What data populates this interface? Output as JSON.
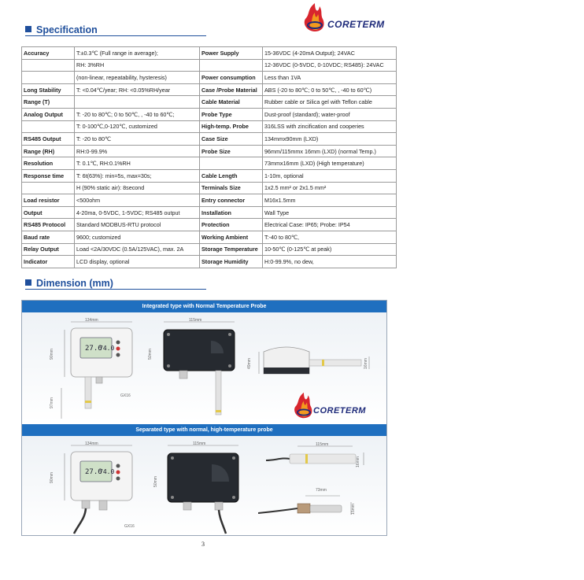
{
  "brand": {
    "name": "CORETERM"
  },
  "sections": {
    "spec_title": "Specification",
    "dim_title": "Dimension (mm)"
  },
  "spec_rows": [
    [
      "Accuracy",
      "T:±0.3℃  (Full range in average);",
      "Power Supply",
      "15-36VDC (4-20mA Output); 24VAC"
    ],
    [
      "",
      "RH: 3%RH",
      "",
      "12-36VDC (0-5VDC, 0-10VDC; RS485): 24VAC"
    ],
    [
      "",
      "(non-linear, repeatability, hysteresis)",
      "Power consumption",
      "Less than 1VA"
    ],
    [
      "Long Stability",
      "T:  <0.04℃/year; RH:  <0.05%RH/year",
      "Case /Probe Material",
      "ABS (-20 to 80℃; 0 to 50℃, , -40 to 60℃)"
    ],
    [
      "Range (T)",
      "",
      "Cable Material",
      "Rubber cable or Silica gel with Teflon cable"
    ],
    [
      "Analog Output",
      "T: -20 to 80℃; 0 to 50℃, , -40 to 60℃;",
      "Probe Type",
      "Dust-proof (standard); water-proof"
    ],
    [
      "",
      "T: 0-100℃,0-120℃, customized",
      "High-temp. Probe",
      "316LSS with zincification and cooperies"
    ],
    [
      "RS485 Output",
      "T: -20 to 80℃",
      "Case Size",
      "134mmx90mm (LXD)"
    ],
    [
      "Range (RH)",
      "RH:0-99.9%",
      "Probe Size",
      "96mm/115mmx 16mm (LXD) (normal Temp.)"
    ],
    [
      "Resolution",
      "T: 0.1℃,    RH:0.1%RH",
      "",
      "73mmx16mm (LXD) (High temperature)"
    ],
    [
      "Response time",
      "T: 6t(63%): min=5s, max=30s;",
      "Cable Length",
      "1-10m, optional"
    ],
    [
      "",
      "H (90% static air): 8second",
      "Terminals Size",
      "1x2.5 mm²  or 2x1.5 mm²"
    ],
    [
      "Load resistor",
      "<500ohm",
      "Entry connector",
      "M16x1.5mm"
    ],
    [
      "Output",
      "4-20ma, 0-5VDC, 1-5VDC; RS485 output",
      "Installation",
      "Wall Type"
    ],
    [
      "RS485 Protocol",
      "Standard MODBUS-RTU protocol",
      "Protection",
      "Electrical Case: IP65; Probe: IP54"
    ],
    [
      "Baud rate",
      "9600; customized",
      "Working Ambient",
      "T:-40 to 80℃,"
    ],
    [
      "Relay Output",
      "Load <2A/30VDC (0.5A/125VAC), max. 2A",
      "Storage Temperature",
      "10-50℃  (0-125℃  at peak)"
    ],
    [
      "Indicator",
      "LCD display, optional",
      "Storage Humidity",
      "H:0-99.9%, no dew,"
    ]
  ],
  "dimension": {
    "band1": "Integrated type with Normal Temperature Probe",
    "band2": "Separated type with normal, high-temperature probe",
    "labels1": {
      "w134": "134mm",
      "w115": "115mm",
      "h90": "90mm",
      "h50": "50mm",
      "h49": "49mm",
      "d16": "16mm",
      "p97": "97mm",
      "thread": "GX16"
    },
    "labels2": {
      "w134": "134mm",
      "w115": "115mm",
      "h90": "90mm",
      "h50": "50mm",
      "w115b": "115mm",
      "d16": "16mm",
      "w73": "73mm",
      "d15": "15mm",
      "thread": "GX16"
    },
    "lcd_temp": "27.6",
    "lcd_hum": "74.0"
  },
  "page": {
    "number": "3"
  },
  "colors": {
    "accent": "#1f4f9c",
    "band": "#1f6fbf",
    "logo_text": "#1e2a7a",
    "flame_red": "#d8262e",
    "flame_orange": "#f39a1e"
  }
}
